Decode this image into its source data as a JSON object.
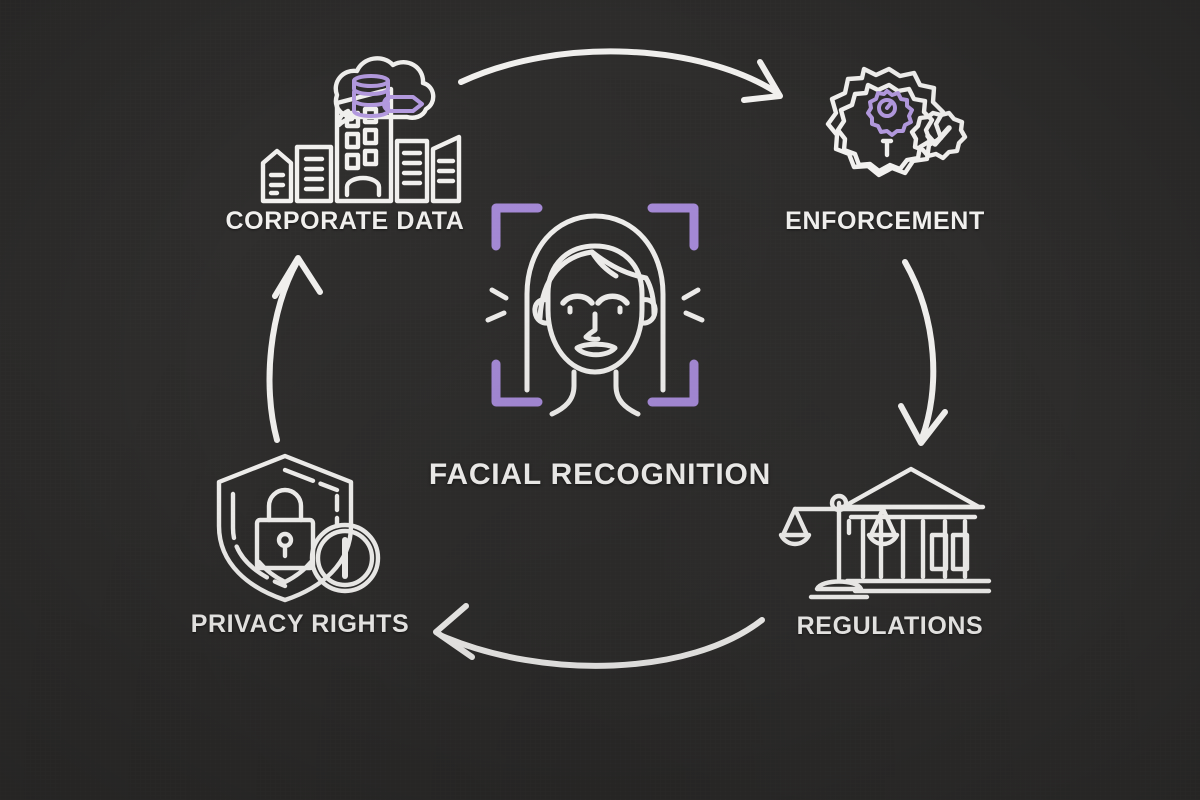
{
  "diagram": {
    "title": "FACIAL RECOGNITION",
    "style": "chalkboard cycle infographic",
    "background_color": "#2d2c2b",
    "line_color": "#f4f3f1",
    "accent_color": "#a78bda",
    "accent_color_light": "#b49ae0"
  },
  "center": {
    "label": "FACIAL RECOGNITION",
    "icon": "face-scan-icon",
    "bracket_color": "#a78bda"
  },
  "nodes": [
    {
      "id": "corporate-data",
      "label": "CORPORATE DATA",
      "icon": "office-buildings-cloud-database-icon",
      "position": "top-left"
    },
    {
      "id": "enforcement",
      "label": "ENFORCEMENT",
      "icon": "shield-gear-checkmark-icon",
      "position": "top-right"
    },
    {
      "id": "regulations",
      "label": "REGULATIONS",
      "icon": "scales-courthouse-icon",
      "position": "bottom-right"
    },
    {
      "id": "privacy-rights",
      "label": "PRIVACY RIGHTS",
      "icon": "shield-padlock-icon",
      "position": "bottom-left"
    }
  ],
  "arrows": [
    {
      "id": "arrow-top",
      "from": "corporate-data",
      "to": "enforcement",
      "direction": "left-to-right"
    },
    {
      "id": "arrow-right",
      "from": "enforcement",
      "to": "regulations",
      "direction": "top-to-bottom"
    },
    {
      "id": "arrow-bottom",
      "from": "regulations",
      "to": "privacy-rights",
      "direction": "right-to-left"
    },
    {
      "id": "arrow-left",
      "from": "privacy-rights",
      "to": "corporate-data",
      "direction": "bottom-to-top"
    }
  ]
}
